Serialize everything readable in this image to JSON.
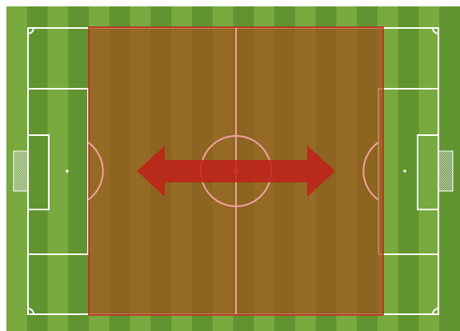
{
  "pitch": {
    "grass_light": "#79aa3f",
    "grass_dark": "#5f9430",
    "line_color": "#ffffff",
    "goal_net_color": "#e6e6e6"
  },
  "highlight_zone": {
    "fill_color": "#a0521a",
    "fill_opacity": 0.72,
    "border_color": "#c8201a",
    "inner_line_color": "#f0a0a0"
  },
  "arrow": {
    "direction": "horizontal-both",
    "color": "#c0201a",
    "opacity": 0.85
  }
}
